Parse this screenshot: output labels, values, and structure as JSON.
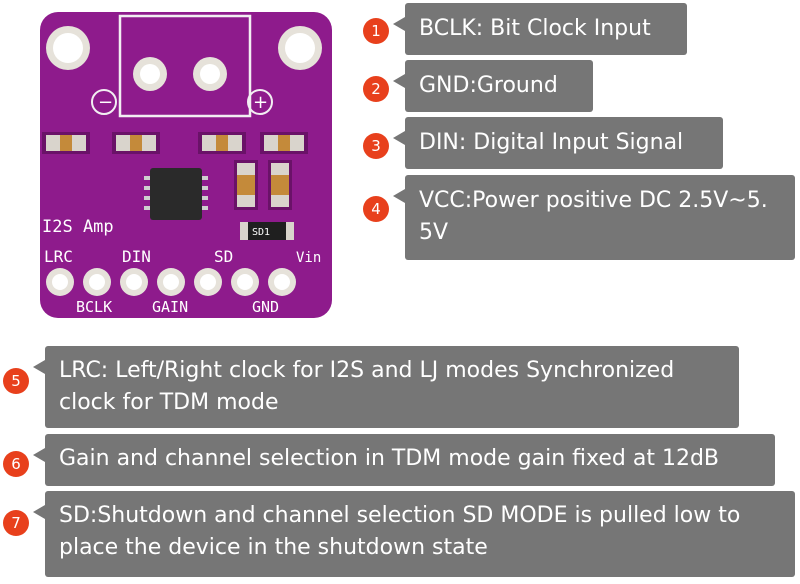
{
  "board": {
    "label_title": "I2S Amp",
    "top_pins": [
      "LRC",
      "DIN",
      "SD",
      "Vin"
    ],
    "bottom_pins": [
      "BCLK",
      "GAIN",
      "GND"
    ],
    "minus_symbol": "−",
    "plus_symbol": "+",
    "resistor_marking": "SD1",
    "colors": {
      "pcb": "#8e1b8c",
      "pcb_dark": "#6a1268",
      "pad": "#e6e2da",
      "chip": "#2a2a2a"
    }
  },
  "callouts": [
    {
      "number": "1",
      "text": "BCLK: Bit Clock Input"
    },
    {
      "number": "2",
      "text": "GND:Ground"
    },
    {
      "number": "3",
      "text": "DIN: Digital Input Signal"
    },
    {
      "number": "4",
      "text_line1": "VCC:Power positive DC 2.5V~5.",
      "text_line2": "5V"
    },
    {
      "number": "5",
      "text_line1": "LRC: Left/Right clock for I2S and LJ modes Synchronized",
      "text_line2": "clock for TDM mode"
    },
    {
      "number": "6",
      "text": "Gain and channel selection in TDM mode gain fixed at 12dB"
    },
    {
      "number": "7",
      "text_line1": "SD:Shutdown and channel selection SD MODE is pulled low to",
      "text_line2": "place the device in the shutdown state"
    }
  ],
  "colors": {
    "badge": "#e8401c",
    "callout_bg": "#767676",
    "callout_text": "#ffffff"
  }
}
